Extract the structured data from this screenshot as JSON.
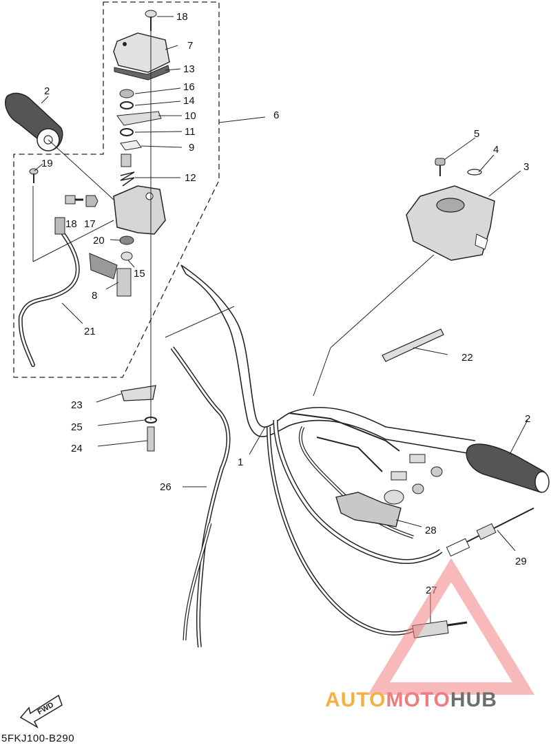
{
  "diagram": {
    "ref_code": "5FKJ100-B290",
    "fwd_label": "FWD",
    "callouts": [
      {
        "id": "c1",
        "text": "1"
      },
      {
        "id": "c2a",
        "text": "2"
      },
      {
        "id": "c2b",
        "text": "2"
      },
      {
        "id": "c3",
        "text": "3"
      },
      {
        "id": "c4",
        "text": "4"
      },
      {
        "id": "c5",
        "text": "5"
      },
      {
        "id": "c6",
        "text": "6"
      },
      {
        "id": "c7",
        "text": "7"
      },
      {
        "id": "c8",
        "text": "8"
      },
      {
        "id": "c9",
        "text": "9"
      },
      {
        "id": "c10",
        "text": "10"
      },
      {
        "id": "c11",
        "text": "11"
      },
      {
        "id": "c12",
        "text": "12"
      },
      {
        "id": "c13",
        "text": "13"
      },
      {
        "id": "c14",
        "text": "14"
      },
      {
        "id": "c15",
        "text": "15"
      },
      {
        "id": "c16",
        "text": "16"
      },
      {
        "id": "c17",
        "text": "17"
      },
      {
        "id": "c18a",
        "text": "18"
      },
      {
        "id": "c18b",
        "text": "18"
      },
      {
        "id": "c19",
        "text": "19"
      },
      {
        "id": "c20",
        "text": "20"
      },
      {
        "id": "c21",
        "text": "21"
      },
      {
        "id": "c22",
        "text": "22"
      },
      {
        "id": "c23",
        "text": "23"
      },
      {
        "id": "c24",
        "text": "24"
      },
      {
        "id": "c25",
        "text": "25"
      },
      {
        "id": "c26",
        "text": "26"
      },
      {
        "id": "c27",
        "text": "27"
      },
      {
        "id": "c28",
        "text": "28"
      },
      {
        "id": "c29",
        "text": "29"
      }
    ]
  },
  "watermark": {
    "part1": "AUTO",
    "part2": "MOTO",
    "part3": "HUB",
    "colors": {
      "auto": "#f5b041",
      "moto": "#ef7d7d",
      "hub": "#6e6e6e",
      "triangle": "#f08080"
    }
  }
}
